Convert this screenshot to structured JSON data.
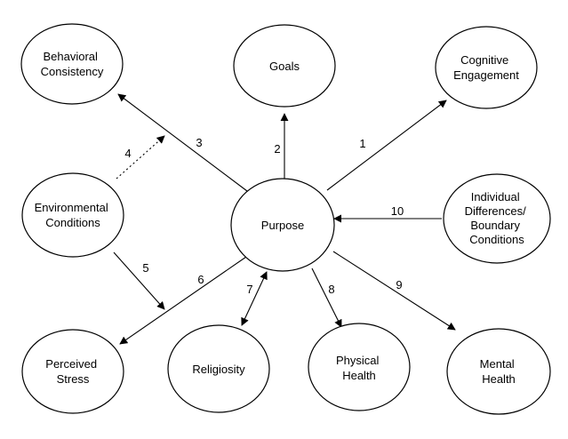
{
  "nodes": {
    "behavioral": [
      "Behavioral",
      "Consistency"
    ],
    "goals": [
      "Goals"
    ],
    "cognitive": [
      "Cognitive",
      "Engagement"
    ],
    "environmental": [
      "Environmental",
      "Conditions"
    ],
    "purpose": [
      "Purpose"
    ],
    "individual": [
      "Individual",
      "Differences/",
      "Boundary",
      "Conditions"
    ],
    "stress": [
      "Perceived",
      "Stress"
    ],
    "religiosity": [
      "Religiosity"
    ],
    "physical": [
      "Physical",
      "Health"
    ],
    "mental": [
      "Mental",
      "Health"
    ]
  },
  "edges": {
    "e1": "1",
    "e2": "2",
    "e3": "3",
    "e4": "4",
    "e5": "5",
    "e6": "6",
    "e7": "7",
    "e8": "8",
    "e9": "9",
    "e10": "10"
  },
  "colors": {
    "stroke": "#000000",
    "background": "#ffffff"
  }
}
